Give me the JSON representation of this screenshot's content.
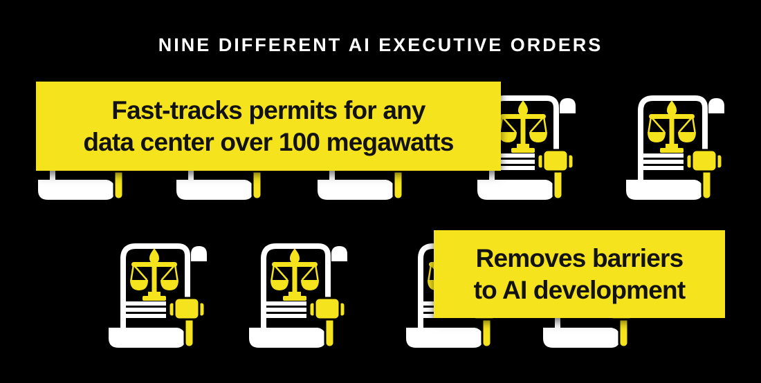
{
  "header": {
    "title": "NINE DIFFERENT AI EXECUTIVE ORDERS"
  },
  "callouts": [
    {
      "id": "fast-tracks-permits",
      "line1": "Fast-tracks permits for any",
      "line2": "data center over 100 megawatts"
    },
    {
      "id": "removes-barriers",
      "line1": "Removes barriers",
      "line2": "to AI development"
    }
  ],
  "chart_data": {
    "type": "pictograph",
    "title": "NINE DIFFERENT AI EXECUTIVE ORDERS",
    "icon": "law-scroll-with-scales-and-gavel",
    "count": 9,
    "rows": [
      5,
      4
    ],
    "annotations": [
      "Fast-tracks permits for any data center over 100 megawatts",
      "Removes barriers to AI development"
    ],
    "legend_position": "none",
    "grid": false
  },
  "colors": {
    "background": "#000000",
    "accent_yellow": "#F5E31E",
    "icon_white": "#FFFFFF",
    "ink": "#121212",
    "title_white": "#FFFFFF"
  }
}
